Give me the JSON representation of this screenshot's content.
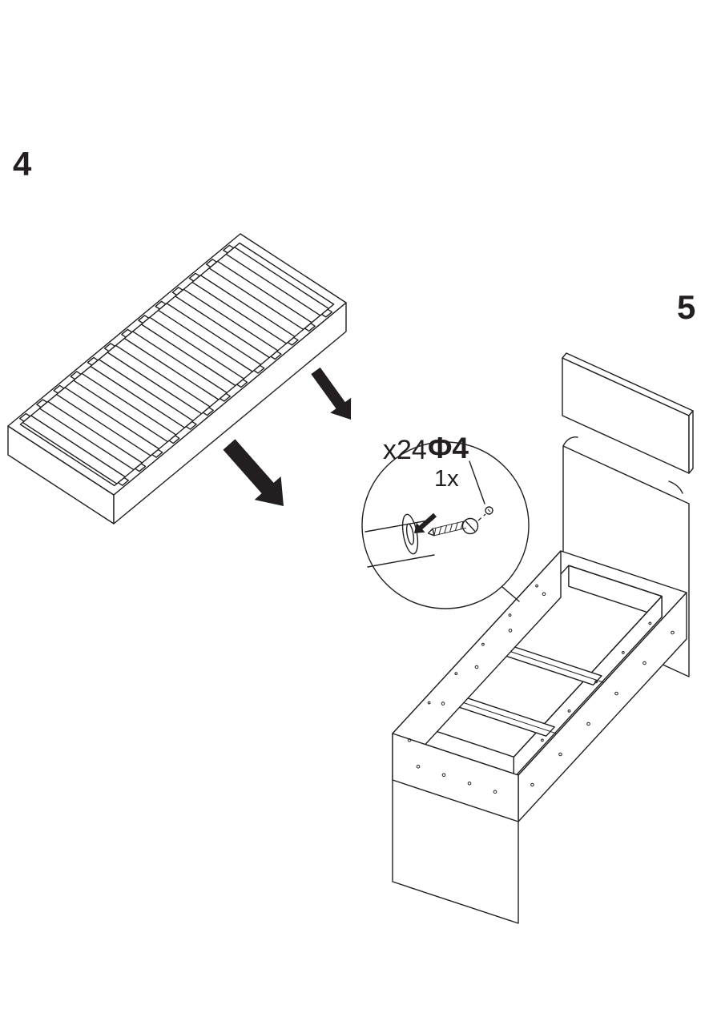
{
  "colors": {
    "background": "#ffffff",
    "line": "#231f20"
  },
  "steps": {
    "step4": "4",
    "step5": "5"
  },
  "callout": {
    "total_quantity": "x24",
    "screw_size": "Φ4",
    "per_hole": "1x"
  }
}
